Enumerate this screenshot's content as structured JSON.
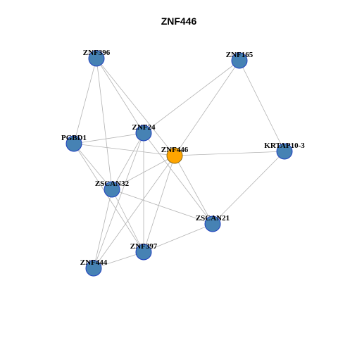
{
  "title": "ZNF446",
  "colors": {
    "node_fill": "#4682B4",
    "node_stroke": "#1F3FBF",
    "hub_fill": "#FFA500",
    "hub_stroke": "#8A6A1A",
    "edge": "#B3B3B3"
  },
  "nodes": [
    {
      "id": "ZNF396",
      "label": "ZNF396",
      "hub": false
    },
    {
      "id": "ZNF165",
      "label": "ZNF165",
      "hub": false
    },
    {
      "id": "ZNF24",
      "label": "ZNF24",
      "hub": false
    },
    {
      "id": "PGBD1",
      "label": "PGBD1",
      "hub": false
    },
    {
      "id": "ZNF446",
      "label": "ZNF446",
      "hub": true
    },
    {
      "id": "KRTAP10-3",
      "label": "KRTAP10-3",
      "hub": false
    },
    {
      "id": "ZSCAN32",
      "label": "ZSCAN32",
      "hub": false
    },
    {
      "id": "ZSCAN21",
      "label": "ZSCAN21",
      "hub": false
    },
    {
      "id": "ZNF397",
      "label": "ZNF397",
      "hub": false
    },
    {
      "id": "ZNF444",
      "label": "ZNF444",
      "hub": false
    }
  ],
  "edges": [
    [
      "ZNF396",
      "PGBD1"
    ],
    [
      "ZNF396",
      "ZNF24"
    ],
    [
      "ZNF396",
      "ZNF446"
    ],
    [
      "ZNF396",
      "ZSCAN32"
    ],
    [
      "ZNF165",
      "ZNF24"
    ],
    [
      "ZNF165",
      "ZNF446"
    ],
    [
      "ZNF165",
      "KRTAP10-3"
    ],
    [
      "ZNF24",
      "PGBD1"
    ],
    [
      "ZNF24",
      "ZSCAN32"
    ],
    [
      "ZNF24",
      "ZSCAN21"
    ],
    [
      "ZNF24",
      "ZNF397"
    ],
    [
      "ZNF24",
      "ZNF444"
    ],
    [
      "PGBD1",
      "ZNF446"
    ],
    [
      "PGBD1",
      "ZSCAN32"
    ],
    [
      "PGBD1",
      "ZNF397"
    ],
    [
      "ZNF446",
      "KRTAP10-3"
    ],
    [
      "ZNF446",
      "ZSCAN32"
    ],
    [
      "ZNF446",
      "ZSCAN21"
    ],
    [
      "ZNF446",
      "ZNF397"
    ],
    [
      "ZNF446",
      "ZNF444"
    ],
    [
      "KRTAP10-3",
      "ZSCAN21"
    ],
    [
      "ZSCAN32",
      "ZSCAN21"
    ],
    [
      "ZSCAN32",
      "ZNF397"
    ],
    [
      "ZSCAN32",
      "ZNF444"
    ],
    [
      "ZSCAN21",
      "ZNF397"
    ],
    [
      "ZNF397",
      "ZNF444"
    ]
  ]
}
